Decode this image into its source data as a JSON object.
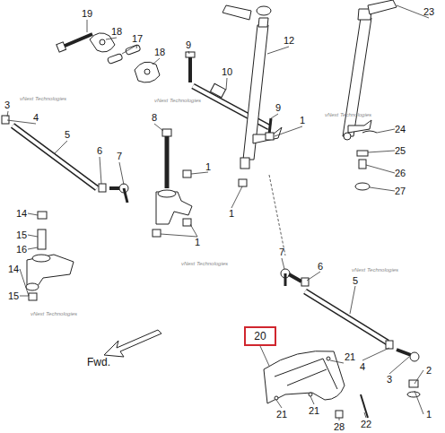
{
  "diagram": {
    "nodes": [
      {
        "text": [
          "20"
        ]
      }
    ],
    "labels": [
      "19",
      "18",
      "17",
      "18",
      "23",
      "9",
      "12",
      "10",
      "3",
      "4",
      "5",
      "9",
      "1",
      "8",
      "6",
      "7",
      "1",
      "24",
      "25",
      "26",
      "27",
      "1",
      "1",
      "14",
      "15",
      "16",
      "14",
      "15",
      "7",
      "6",
      "5",
      "Fwd.",
      "21",
      "4",
      "3",
      "2",
      "21",
      "21",
      "28",
      "22",
      "1",
      "vNext Technologies",
      "vNext Technologies",
      "vNext Technologies",
      "vNext Technologies",
      "vNext Technologies",
      "vNext Technologies"
    ]
  }
}
